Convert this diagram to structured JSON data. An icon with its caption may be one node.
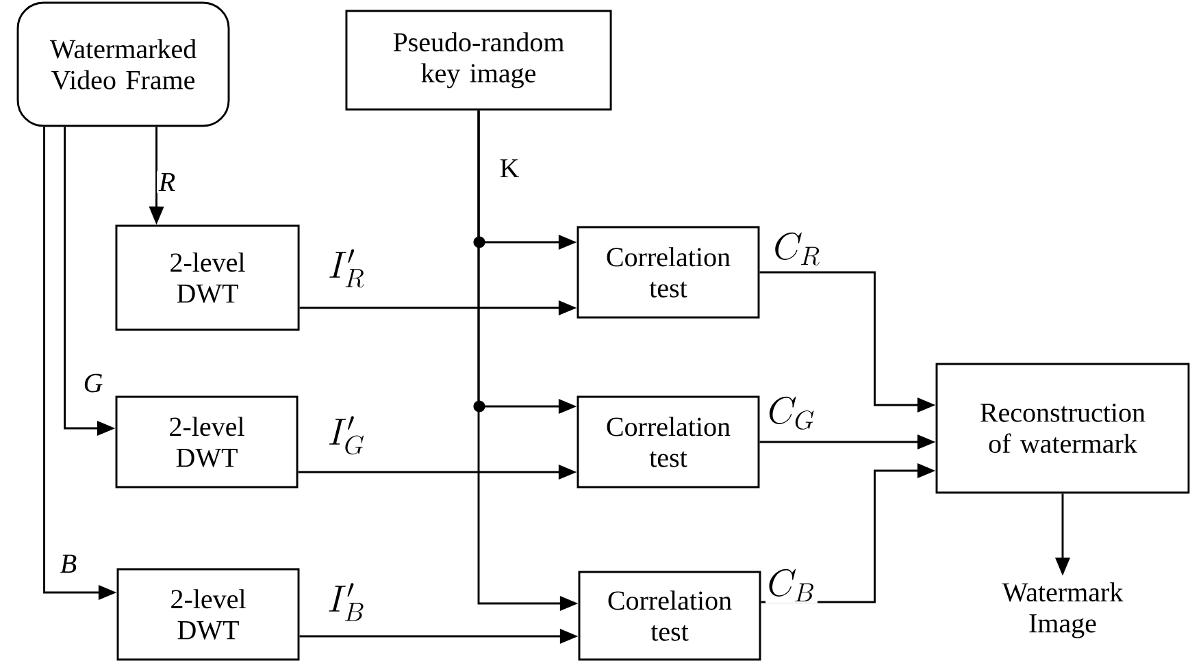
{
  "diagram": {
    "nodes": [
      {
        "text": [
          "Watermarked Video Frame"
        ]
      },
      {
        "text": [
          "Pseudo-random key image"
        ]
      },
      {
        "text": [
          "2-level DWT"
        ]
      },
      {
        "text": [
          "2-level DWT"
        ]
      },
      {
        "text": [
          "2-level DWT"
        ]
      },
      {
        "text": [
          "Correlation test"
        ]
      },
      {
        "text": [
          "Correlation test"
        ]
      },
      {
        "text": [
          "Correlation test"
        ]
      },
      {
        "text": [
          "Reconstruction of watermark"
        ]
      },
      {
        "text": [
          "Watermark Image"
        ]
      }
    ],
    "edges": [
      {
        "from": 0,
        "to": 2,
        "arrow": "to",
        "label": "R"
      },
      {
        "from": 0,
        "to": 3,
        "arrow": "to",
        "label": "G"
      },
      {
        "from": 0,
        "to": 4,
        "arrow": "to",
        "label": "B"
      },
      {
        "from": 1,
        "to": 5,
        "arrow": "to",
        "label": "K"
      },
      {
        "from": 1,
        "to": 6,
        "arrow": "to"
      },
      {
        "from": 1,
        "to": 7,
        "arrow": "to"
      },
      {
        "from": 2,
        "to": 5,
        "arrow": "to",
        "label": "I'_R"
      },
      {
        "from": 3,
        "to": 6,
        "arrow": "to",
        "label": "I'_G"
      },
      {
        "from": 4,
        "to": 7,
        "arrow": "to",
        "label": "I'_B"
      },
      {
        "from": 5,
        "to": 8,
        "arrow": "to",
        "label": "C_R"
      },
      {
        "from": 6,
        "to": 8,
        "arrow": "to",
        "label": "C_G"
      },
      {
        "from": 7,
        "to": 8,
        "arrow": "to",
        "label": "C_B"
      },
      {
        "from": 8,
        "to": 9,
        "arrow": "to"
      }
    ]
  }
}
